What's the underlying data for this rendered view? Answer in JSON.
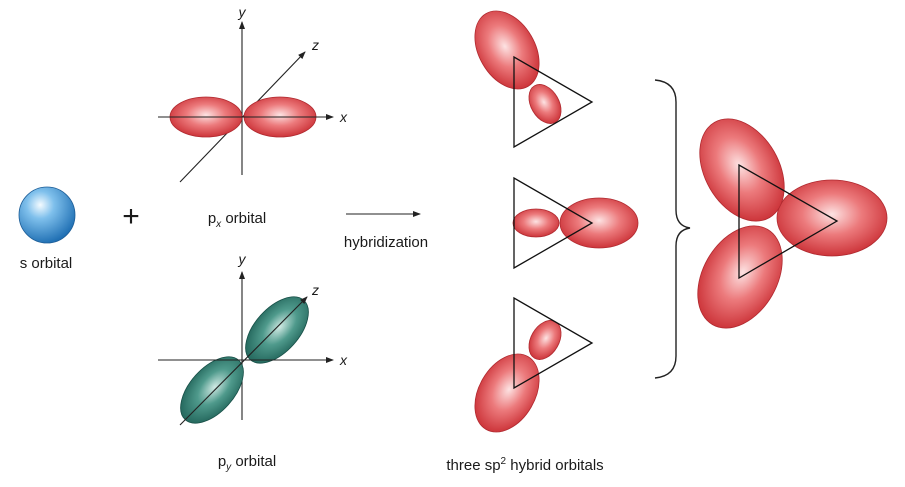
{
  "labels": {
    "s_orbital": "s orbital",
    "plus": "+",
    "px_orbital_p": "p",
    "px_orbital_sub": "x",
    "px_orbital_rest": " orbital",
    "py_orbital_p": "p",
    "py_orbital_sub": "y",
    "py_orbital_rest": " orbital",
    "hybridization": "hybridization",
    "hybrid_prefix": "three sp",
    "hybrid_sup": "2",
    "hybrid_suffix": " hybrid orbitals"
  },
  "axes": {
    "x": "x",
    "y": "y",
    "z": "z"
  },
  "colors": {
    "s_orbital": "#3a8fd0",
    "px_lobes": "#d9454b",
    "py_lobes": "#2e7a6e",
    "hybrid_lobes": "#d9454b"
  }
}
